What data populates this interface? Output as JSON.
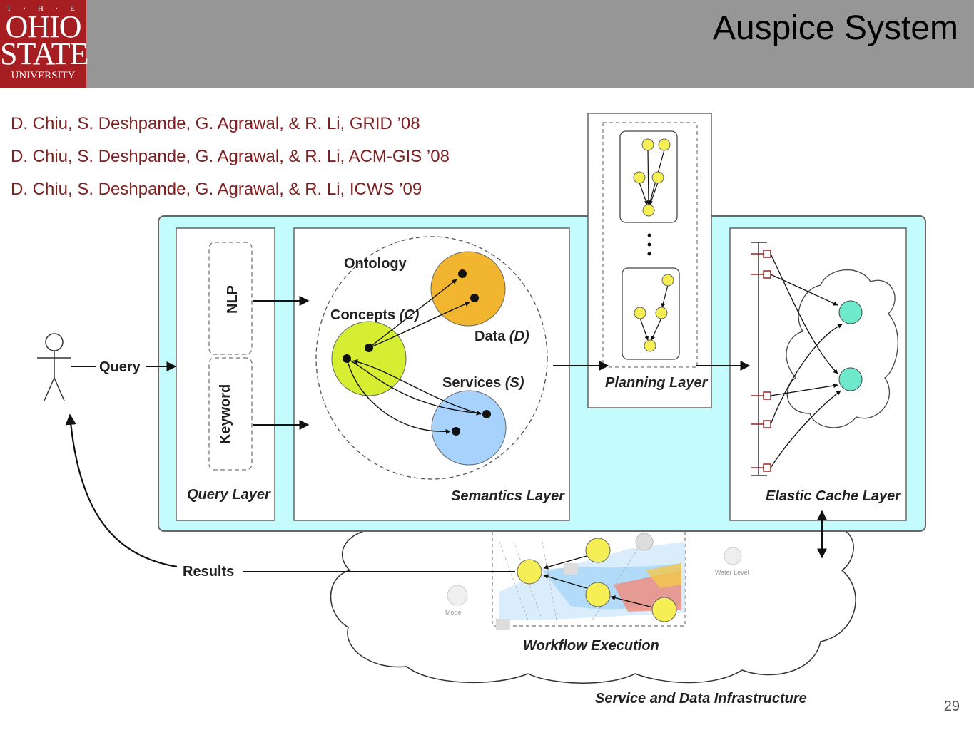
{
  "slide": {
    "title": "Auspice System",
    "page_number": "29"
  },
  "logo": {
    "line1": "T · H · E",
    "line2": "OHIO",
    "line3": "STATE",
    "line4": "UNIVERSITY"
  },
  "references": [
    "D. Chiu, S. Deshpande, G. Agrawal, & R. Li, GRID ’08",
    "D. Chiu, S. Deshpande, G. Agrawal, & R. Li, ACM-GIS ’08",
    "D. Chiu, S. Deshpande, G. Agrawal, & R. Li, ICWS ’09"
  ],
  "diagram": {
    "query_label": "Query",
    "results_label": "Results",
    "nlp_label": "NLP",
    "keyword_label": "Keyword",
    "query_layer": "Query Layer",
    "ontology_label": "Ontology",
    "concepts_label": "Concepts",
    "concepts_sym": "(C)",
    "data_label": "Data",
    "data_sym": "(D)",
    "services_label": "Services",
    "services_sym": "(S)",
    "semantics_layer": "Semantics Layer",
    "planning_layer": "Planning Layer",
    "elastic_cache_layer": "Elastic Cache Layer",
    "workflow_execution": "Workflow Execution",
    "infrastructure": "Service and Data Infrastructure",
    "water_level": "Water Level",
    "model": "Model"
  },
  "colors": {
    "header_bg": "#969696",
    "logo_bg": "#a61e22",
    "reference_text": "#7f1f1f",
    "system_panel": "#c4fbfd",
    "concepts": "#d5ee32",
    "data": "#f2b530",
    "services": "#a6d2fb",
    "workflow_node": "#f5ee55",
    "cache_node": "#6ee9cc"
  }
}
